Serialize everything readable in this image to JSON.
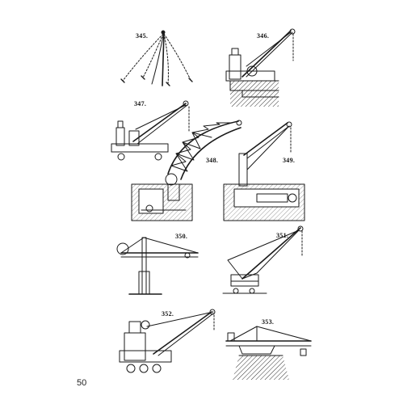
{
  "page_number": "50",
  "figures": [
    {
      "label": "345."
    },
    {
      "label": "346."
    },
    {
      "label": "347."
    },
    {
      "label": "348."
    },
    {
      "label": "349."
    },
    {
      "label": "350."
    },
    {
      "label": "351."
    },
    {
      "label": "352."
    },
    {
      "label": "353."
    }
  ]
}
